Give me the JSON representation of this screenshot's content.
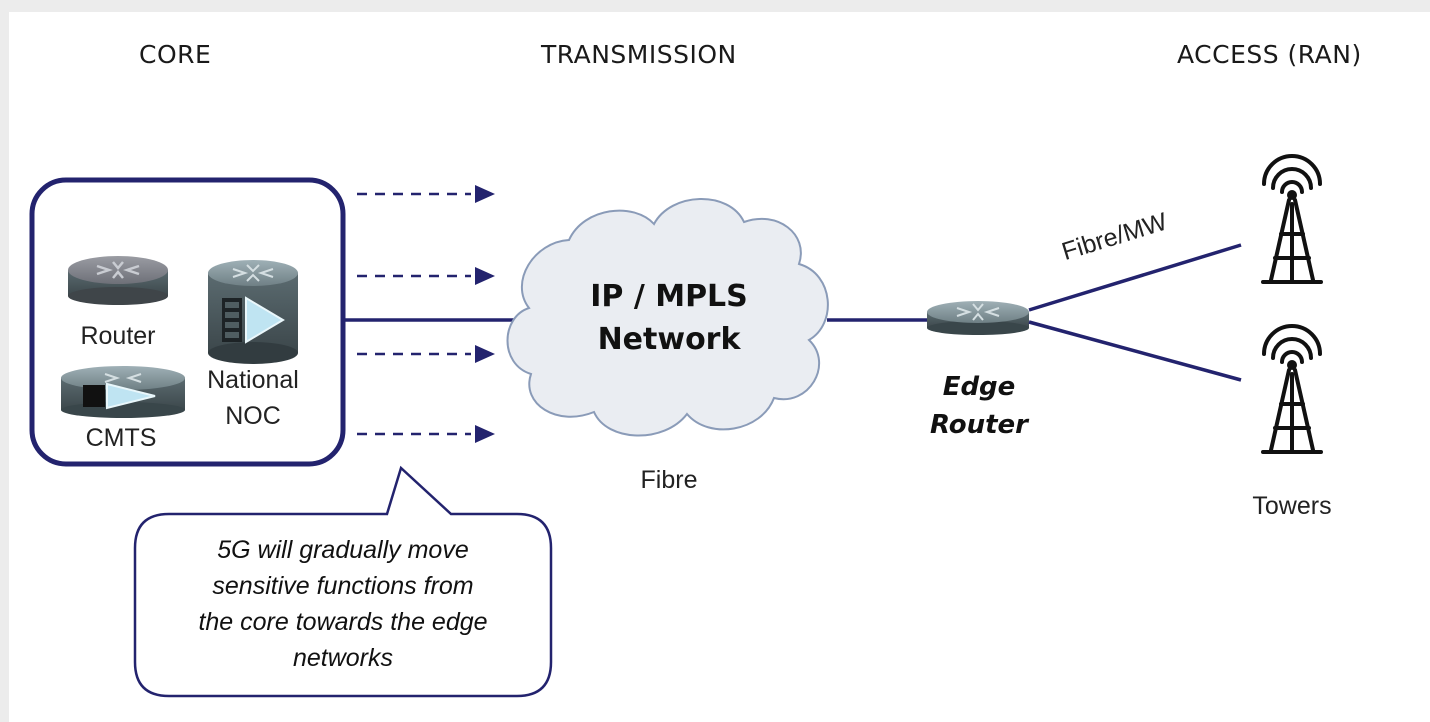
{
  "sections": {
    "core": "CORE",
    "transmission": "TRANSMISSION",
    "access": "ACCESS (RAN)"
  },
  "core_box": {
    "router_label": "Router",
    "cmts_label": "CMTS",
    "noc_label_line1": "National",
    "noc_label_line2": "NOC"
  },
  "cloud": {
    "line1": "IP / MPLS",
    "line2": "Network",
    "caption": "Fibre"
  },
  "edge_router": {
    "line1": "Edge",
    "line2": "Router"
  },
  "link_label": "Fibre/MW",
  "towers_label": "Towers",
  "callout": {
    "line1": "5G will gradually move",
    "line2": "sensitive functions from",
    "line3": "the core towards the edge",
    "line4": "networks"
  },
  "colors": {
    "navy": "#23236e",
    "cloud_fill": "#eaedf2",
    "cloud_stroke": "#8a9bb8",
    "device_dark": "#4d5a60",
    "device_light": "#8fa0a6",
    "tower": "#111111"
  }
}
